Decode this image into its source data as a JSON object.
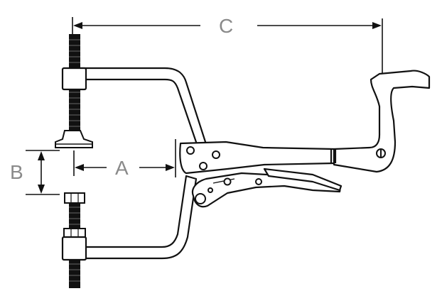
{
  "dimensions": {
    "A": "A",
    "B": "B",
    "C": "C"
  },
  "colors": {
    "stroke": "#111111",
    "dim_text": "#8a8a8a",
    "fill": "#ffffff"
  }
}
